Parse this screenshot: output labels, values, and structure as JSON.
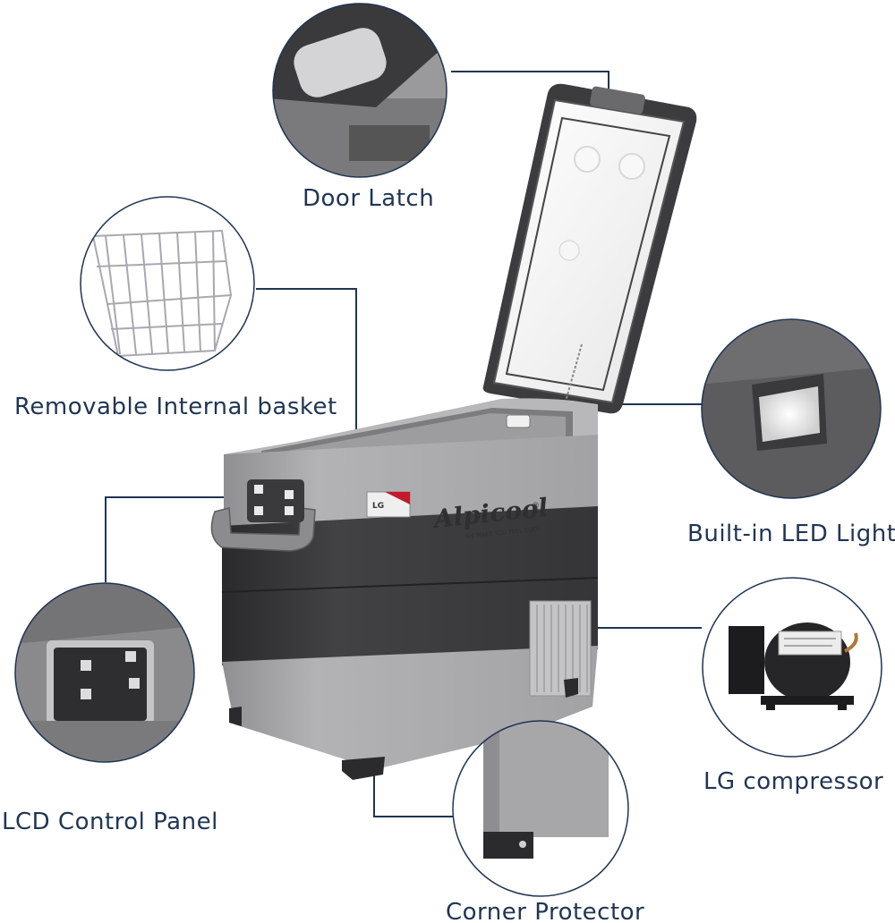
{
  "product": {
    "brand": "Alpicool",
    "brand_mark": "®",
    "tagline": "WE MAKE YOU FEEL COOL",
    "compressor_badge": "LG"
  },
  "callouts": {
    "door_latch": "Door Latch",
    "basket": "Removable Internal basket",
    "led_light": "Built-in LED Light",
    "compressor": "LG compressor",
    "lcd_panel": "LCD Control Panel",
    "corner_protector": "Corner Protector"
  },
  "colors": {
    "label_text": "#1f3553",
    "leader_line": "#1f3553",
    "body_gray": "#a9a9ab",
    "band_dark": "#3a3a3c",
    "lid_white": "#f4f4f4"
  }
}
